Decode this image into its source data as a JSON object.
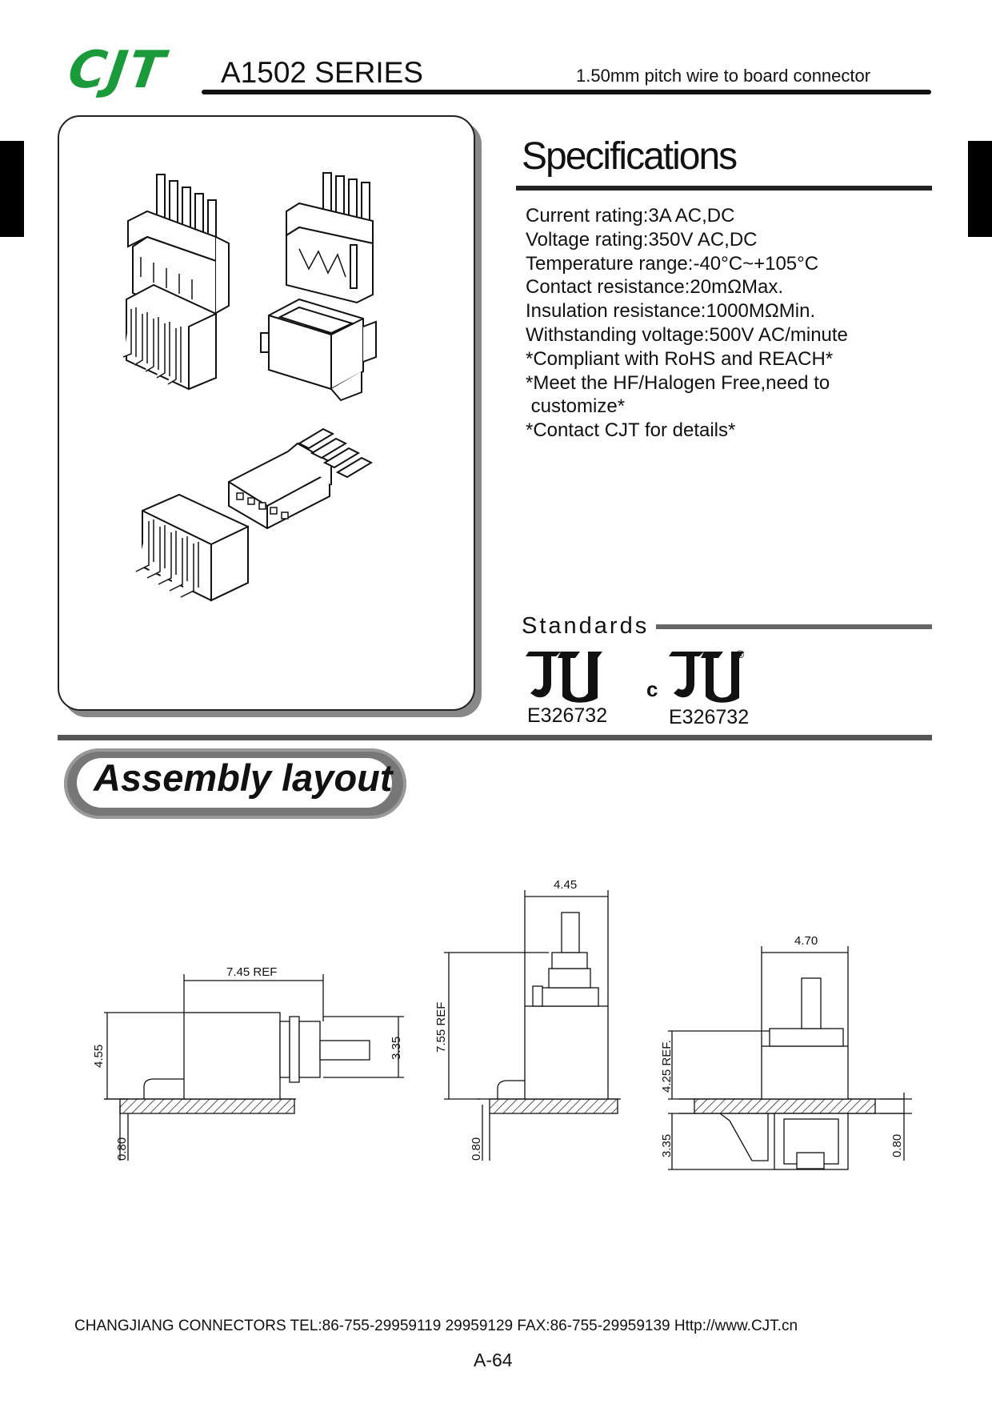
{
  "header": {
    "logo": "CJT",
    "series": "A1502 SERIES",
    "subtitle": "1.50mm pitch wire to board connector"
  },
  "specifications": {
    "title": "Specifications",
    "items": [
      "Current rating:3A AC,DC",
      "Voltage rating:350V AC,DC",
      "Temperature range:-40°C~+105°C",
      "Contact resistance:20mΩMax.",
      "Insulation resistance:1000MΩMin.",
      "Withstanding voltage:500V AC/minute",
      "*Compliant with RoHS and REACH*",
      "*Meet the HF/Halogen Free,need to",
      " customize*",
      "*Contact CJT for details*"
    ]
  },
  "standards": {
    "title": "Standards",
    "certs": [
      {
        "mark": "UL",
        "number": "E326732"
      },
      {
        "mark": "cUL",
        "prefix": "c",
        "registered": "®",
        "number": "E326732"
      }
    ]
  },
  "assembly": {
    "title": "Assembly layout",
    "views": [
      {
        "dims": [
          "7.45 REF",
          "4.55",
          "3.35",
          "0.80"
        ]
      },
      {
        "dims": [
          "4.45",
          "7.55 REF",
          "0.80"
        ]
      },
      {
        "dims": [
          "4.70",
          "4.25 REF.",
          "3.35",
          "0.80"
        ]
      }
    ]
  },
  "footer": {
    "contact": "CHANGJIANG CONNECTORS  TEL:86-755-29959119 29959129  FAX:86-755-29959139 Http://www.CJT.cn",
    "page": "A-64"
  },
  "colors": {
    "logo": "#1a9a3a",
    "text": "#111111",
    "rule_dark": "#222222",
    "rule_gray": "#666666"
  }
}
